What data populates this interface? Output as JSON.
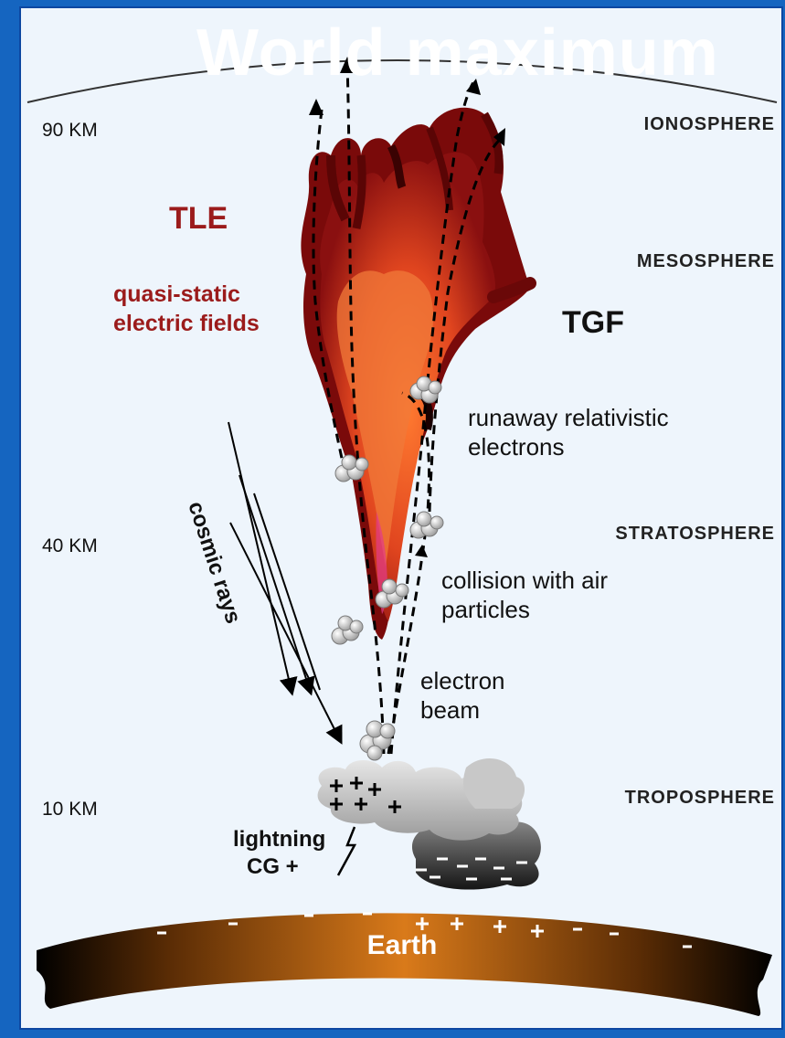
{
  "overlay_title": "World maximum",
  "altitudes": {
    "a90": "90 KM",
    "a40": "40 KM",
    "a10": "10 KM"
  },
  "layers": {
    "ionosphere": "IONOSPHERE",
    "mesosphere": "MESOSPHERE",
    "stratosphere": "STRATOSPHERE",
    "troposphere": "TROPOSPHERE"
  },
  "labels": {
    "tle": "TLE",
    "quasi_1": "quasi-static",
    "quasi_2": "electric fields",
    "tgf": "TGF",
    "runaway_1": "runaway relativistic",
    "runaway_2": "electrons",
    "collision_1": "collision with air",
    "collision_2": "particles",
    "beam_1": "electron",
    "beam_2": "beam",
    "cosmic": "cosmic rays",
    "lightning_1": "lightning",
    "lightning_2": "CG +",
    "earth": "Earth"
  },
  "colors": {
    "frame": "#1565c0",
    "sky": "#eef5fc",
    "tle_label": "#9b1b1b",
    "sprite_dark": "#7a0a0a",
    "sprite_mid": "#c0301a",
    "sprite_hot": "#ff6a2a"
  }
}
